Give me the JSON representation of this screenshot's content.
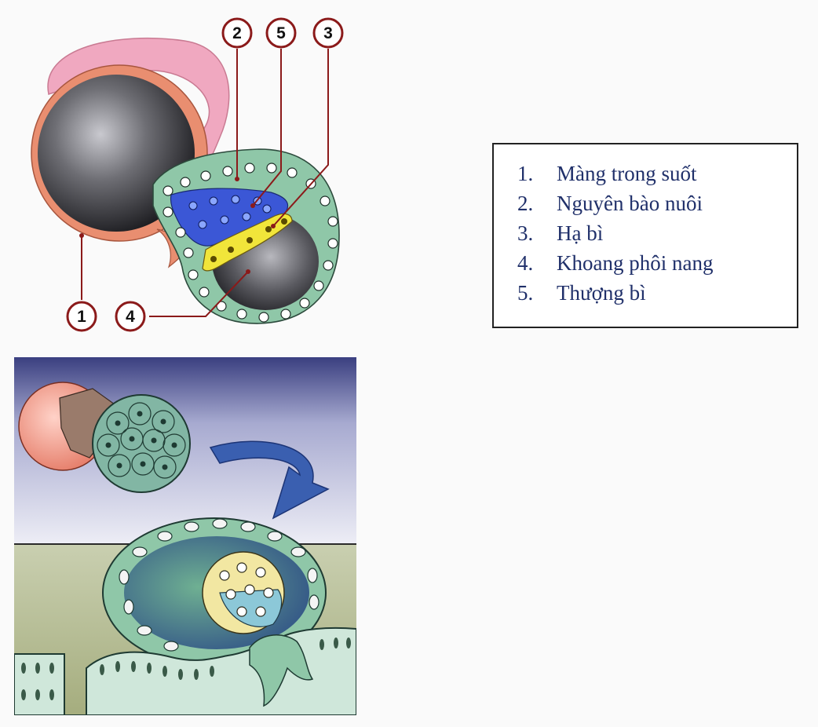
{
  "labels": {
    "callouts": [
      "1",
      "2",
      "3",
      "4",
      "5"
    ]
  },
  "legend": {
    "items": [
      {
        "num": "1.",
        "text": "Màng trong suốt"
      },
      {
        "num": "2.",
        "text": "Nguyên bào nuôi"
      },
      {
        "num": "3.",
        "text": "Hạ bì"
      },
      {
        "num": "4.",
        "text": "Khoang phôi nang"
      },
      {
        "num": "5.",
        "text": "Thượng bì"
      }
    ]
  },
  "colors": {
    "callout_ring": "#8b1a1a",
    "zona": "#e98e70",
    "membrane_pink": "#f0a8c0",
    "trophoblast": "#8fc7a8",
    "epiblast": "#3b57d6",
    "hypoblast": "#f1e53a",
    "arrow": "#3a5fb0"
  }
}
